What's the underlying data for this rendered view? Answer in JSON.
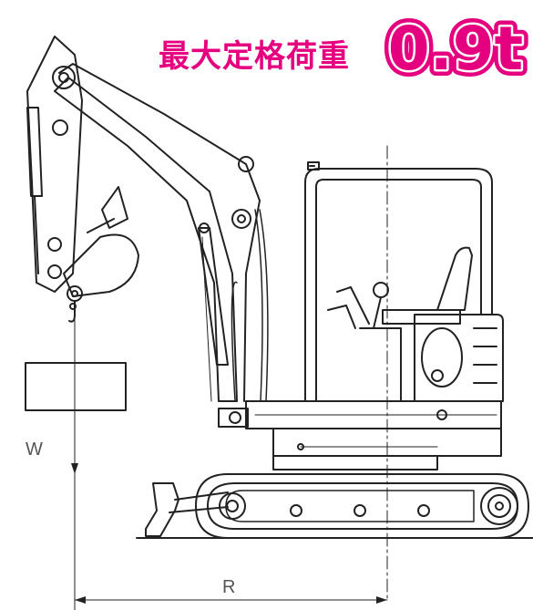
{
  "title": {
    "text": "最大定格荷重",
    "value": "0.9t",
    "accent_color": "#e4007f",
    "badge_fill": "#ffffff"
  },
  "labels": {
    "weight": "W",
    "radius": "R"
  },
  "line_color": "#222222"
}
